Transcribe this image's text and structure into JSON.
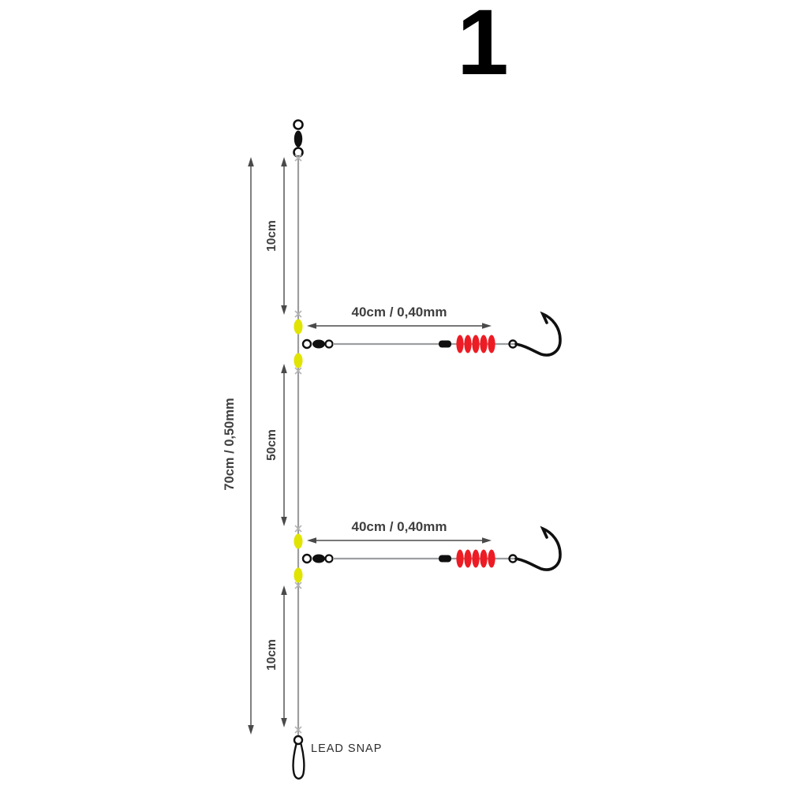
{
  "page": {
    "figure_number": "1"
  },
  "rig": {
    "lead_snap_label": "LEAD SNAP",
    "dimensions": {
      "overall": "70cm / 0,50mm",
      "top_segment": "10cm",
      "middle_segment": "50cm",
      "bottom_segment": "10cm"
    },
    "droppers": [
      {
        "label": "40cm / 0,40mm"
      },
      {
        "label": "40cm / 0,40mm"
      }
    ]
  },
  "colors": {
    "bead_yellow": "#e0e400",
    "bead_red": "#ed1c24",
    "main_line_gray": "#9c9ea0",
    "dimension_gray": "#4a4a4a",
    "hardware_black": "#101010"
  }
}
